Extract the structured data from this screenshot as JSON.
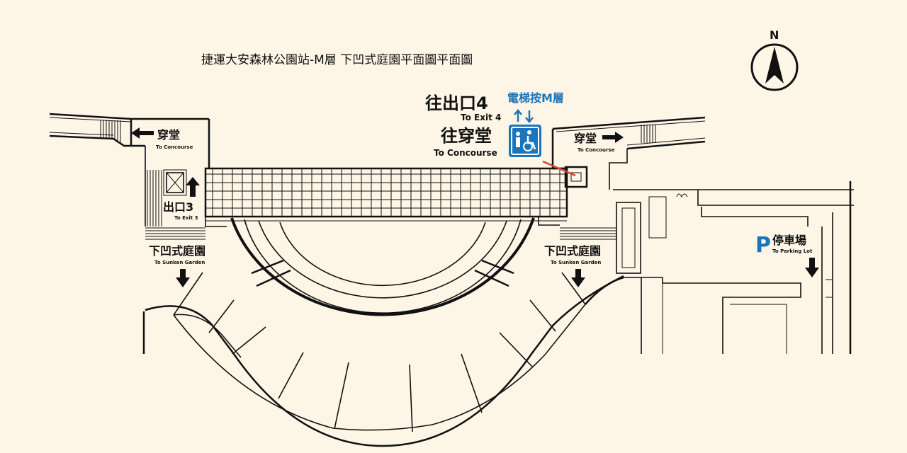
{
  "title": "捷運大安森林公園站-M層 下凹式庭園平面圖平面圖",
  "compass": {
    "label": "N"
  },
  "exit4": {
    "cn": "往出口4",
    "en": "To Exit 4",
    "elevator_note": "電梯按M層",
    "concourse_cn": "往穿堂",
    "concourse_en": "To Concourse"
  },
  "left_concourse": {
    "cn": "穿堂",
    "en": "To Concourse"
  },
  "right_concourse": {
    "cn": "穿堂",
    "en": "To Concourse"
  },
  "exit3": {
    "cn": "出口3",
    "en": "To Exit 3"
  },
  "left_sunken": {
    "cn": "下凹式庭園",
    "en": "To Sunken Garden"
  },
  "right_sunken": {
    "cn": "下凹式庭園",
    "en": "To Sunken Garden"
  },
  "parking": {
    "letter": "P",
    "cn": "停車場",
    "en": "To Parking Lot"
  },
  "colors": {
    "background": "#fdf5e6",
    "accent_blue": "#1b75bb",
    "elevator_line": "#d9462c",
    "lines": "#111111"
  },
  "icons": [
    "compass-icon",
    "elevator-up-down-arrows-icon",
    "wheelchair-elevator-icon",
    "arrow-left-icon",
    "arrow-right-icon",
    "arrow-up-icon",
    "arrow-down-icon",
    "parking-icon"
  ]
}
